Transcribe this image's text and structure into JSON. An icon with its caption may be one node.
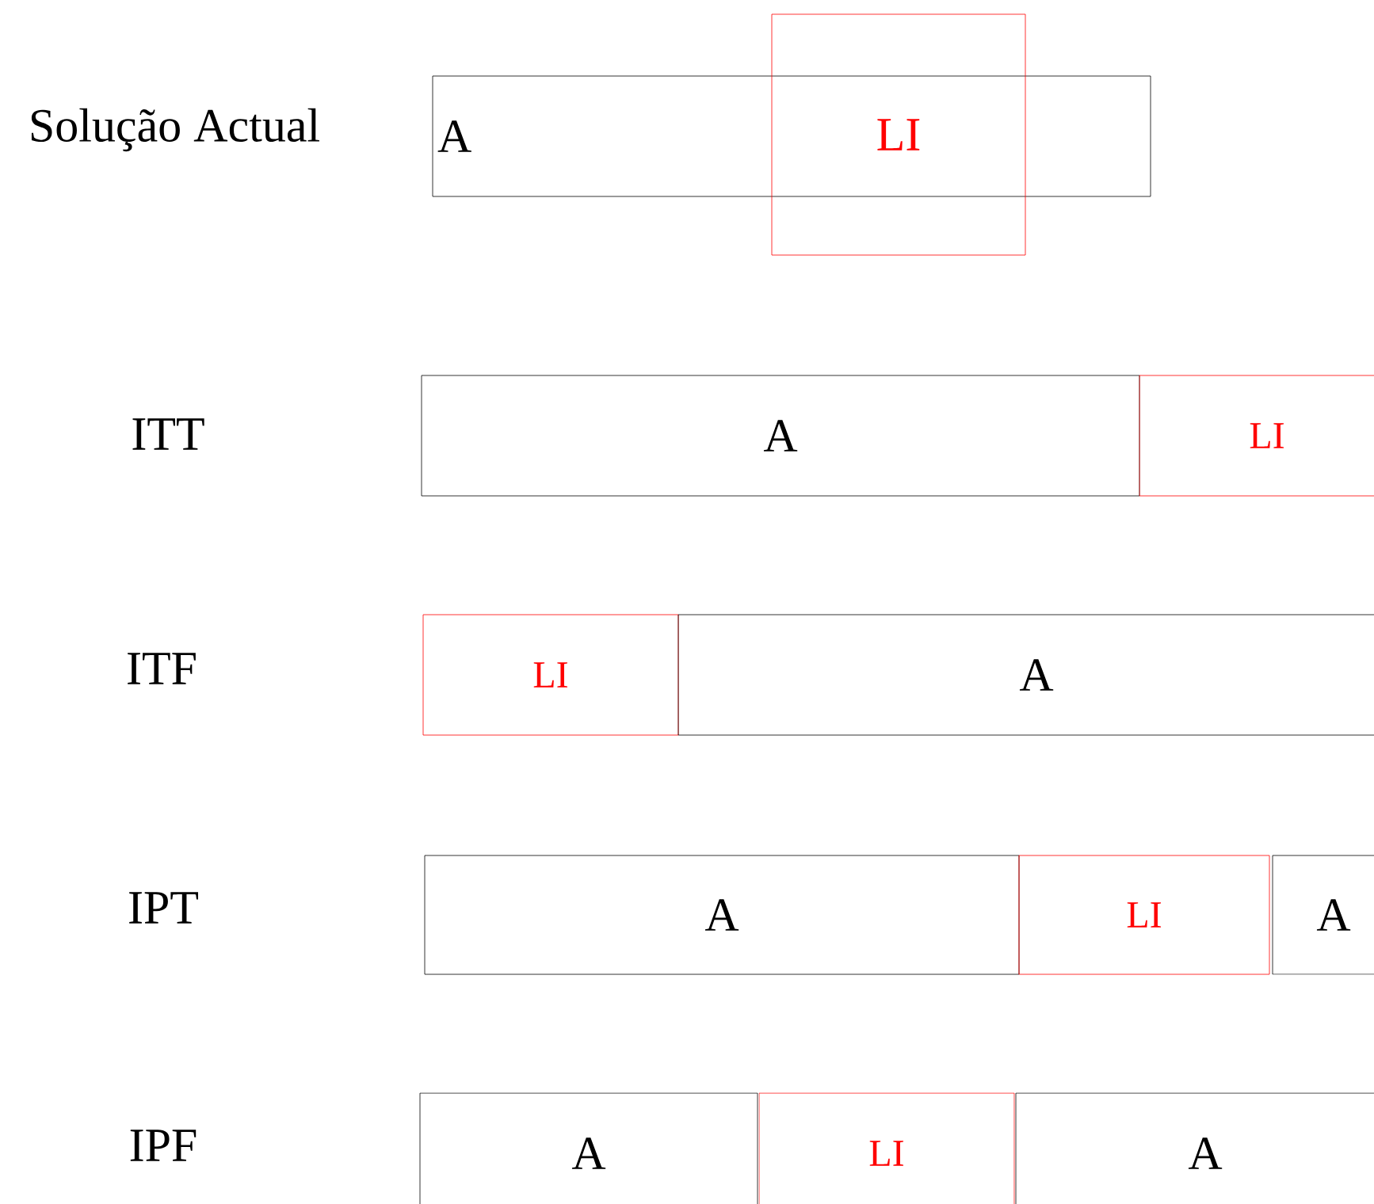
{
  "diagram": {
    "nodes": [
      {
        "text": [
          "A"
        ]
      },
      {
        "text": [
          "LI"
        ]
      },
      {
        "text": [
          "A"
        ]
      },
      {
        "text": [
          "LI"
        ]
      },
      {
        "text": [
          "LI"
        ]
      },
      {
        "text": [
          "A"
        ]
      },
      {
        "text": [
          "A"
        ]
      },
      {
        "text": [
          "LI"
        ]
      },
      {
        "text": [
          "A"
        ]
      },
      {
        "text": [
          "A"
        ]
      },
      {
        "text": [
          "LI"
        ]
      },
      {
        "text": [
          "A"
        ]
      }
    ],
    "labels": [
      "Solução Actual",
      "ITT",
      "ITF",
      "IPT",
      "IPF"
    ]
  }
}
